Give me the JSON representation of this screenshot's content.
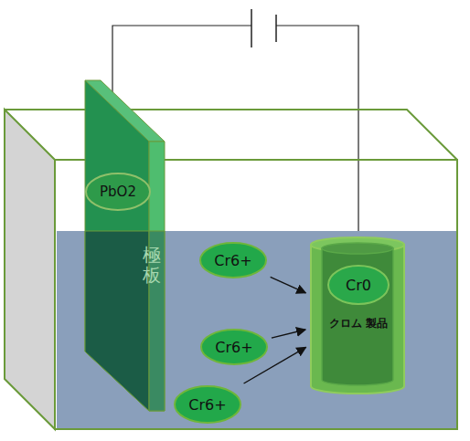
{
  "diagram": {
    "nodes": [
      {
        "text": [
          "極板"
        ]
      },
      {
        "text": [
          "PbO2"
        ],
        "in": 0
      },
      {
        "text": [
          "Cr6+"
        ]
      },
      {
        "text": [
          "クロム 製品"
        ]
      },
      {
        "text": [
          "Cr0"
        ],
        "in": 3
      },
      {
        "text": [
          "Cr6+"
        ]
      },
      {
        "text": [
          "Cr6+"
        ]
      }
    ],
    "edges": [
      {
        "from": 2,
        "to": 3,
        "arrow": "to"
      },
      {
        "from": 5,
        "to": 3,
        "arrow": "to"
      },
      {
        "from": 6,
        "to": 3,
        "arrow": "to"
      }
    ]
  }
}
